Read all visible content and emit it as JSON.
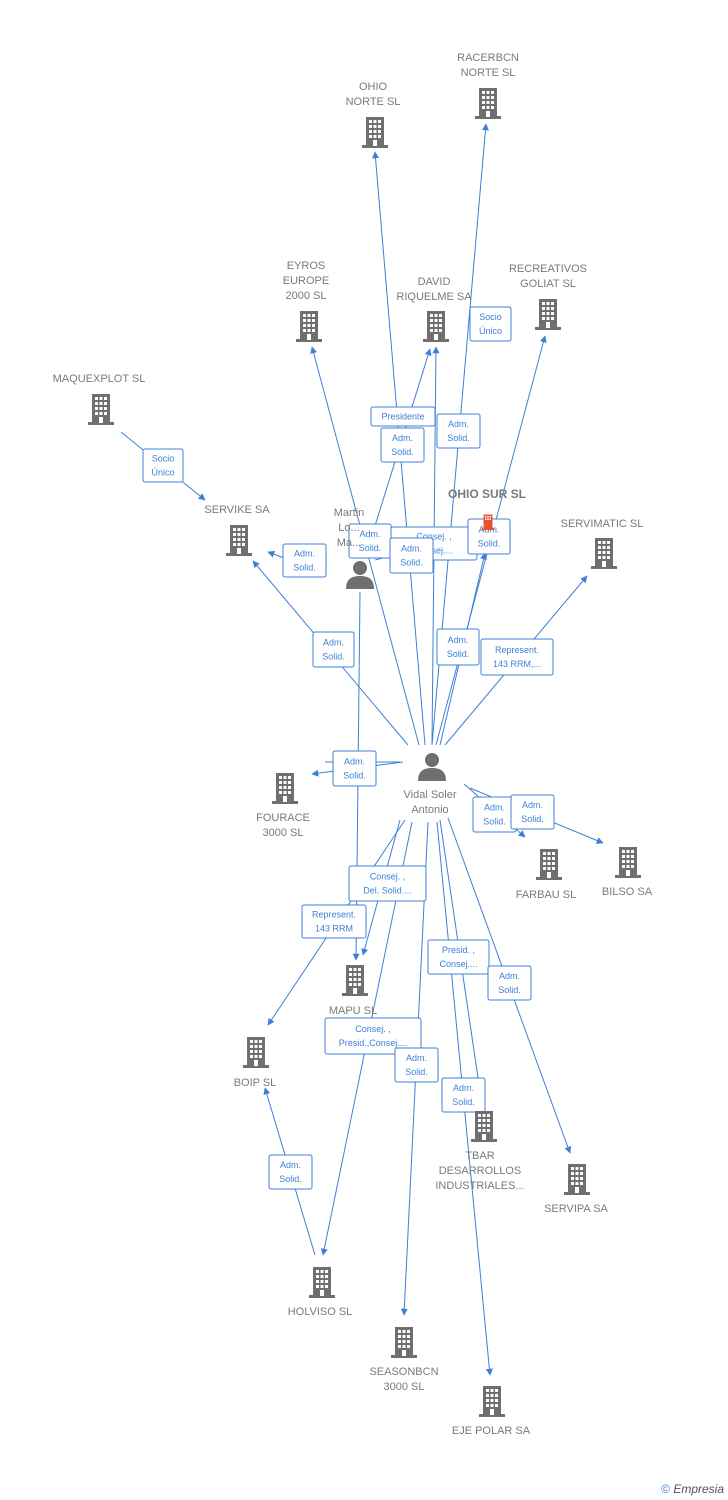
{
  "colors": {
    "edge": "#3d80d6",
    "building": "#6f6f6f",
    "highlight": "#e8532a",
    "person": "#6f6f6f"
  },
  "watermark": {
    "symbol": "©",
    "brand": "Empresia"
  },
  "nodes": [
    {
      "id": "racerbcn",
      "type": "company",
      "lines": [
        "RACERBCN",
        "NORTE SL"
      ]
    },
    {
      "id": "ohio_norte",
      "type": "company",
      "lines": [
        "OHIO",
        "NORTE SL"
      ]
    },
    {
      "id": "eyros",
      "type": "company",
      "lines": [
        "EYROS",
        "EUROPE",
        "2000 SL"
      ]
    },
    {
      "id": "david",
      "type": "company",
      "lines": [
        "DAVID",
        "RIQUELME SA"
      ]
    },
    {
      "id": "recreativos",
      "type": "company",
      "lines": [
        "RECREATIVOS",
        "GOLIAT SL"
      ]
    },
    {
      "id": "maquexplot",
      "type": "company",
      "lines": [
        "MAQUEXPLOT SL"
      ]
    },
    {
      "id": "servike",
      "type": "company",
      "lines": [
        "SERVIKE SA"
      ]
    },
    {
      "id": "martin",
      "type": "person",
      "lines": [
        "Martin",
        "Lo...",
        "Ma..."
      ]
    },
    {
      "id": "ohio_sur",
      "type": "company-highlight",
      "lines": [
        "OHIO SUR SL"
      ]
    },
    {
      "id": "servimatic",
      "type": "company",
      "lines": [
        "SERVIMATIC SL"
      ]
    },
    {
      "id": "vidal",
      "type": "person",
      "lines": [
        "Vidal Soler",
        "Antonio"
      ]
    },
    {
      "id": "fourace",
      "type": "company",
      "lines": [
        "FOURACE",
        "3000 SL"
      ]
    },
    {
      "id": "farbau",
      "type": "company",
      "lines": [
        "FARBAU  SL"
      ]
    },
    {
      "id": "bilso",
      "type": "company",
      "lines": [
        "BILSO SA"
      ]
    },
    {
      "id": "mapu",
      "type": "company",
      "lines": [
        "MAPU SL"
      ]
    },
    {
      "id": "boip",
      "type": "company",
      "lines": [
        "BOIP SL"
      ]
    },
    {
      "id": "tbar",
      "type": "company",
      "lines": [
        "TBAR",
        "DESARROLLOS",
        "INDUSTRIALES..."
      ]
    },
    {
      "id": "servipa",
      "type": "company",
      "lines": [
        "SERVIPA SA"
      ]
    },
    {
      "id": "holviso",
      "type": "company",
      "lines": [
        "HOLVISO SL"
      ]
    },
    {
      "id": "seasonbcn",
      "type": "company",
      "lines": [
        "SEASONBCN",
        "3000 SL"
      ]
    },
    {
      "id": "eje_polar",
      "type": "company",
      "lines": [
        "EJE POLAR SA"
      ]
    }
  ],
  "relations": [
    {
      "id": "r_maq_servike",
      "lines": [
        "Socio",
        "Único"
      ]
    },
    {
      "id": "r_socio_racer",
      "lines": [
        "Socio",
        "Único"
      ]
    },
    {
      "id": "r_presidente",
      "lines": [
        "Presidente"
      ]
    },
    {
      "id": "r_adm_martin_david",
      "lines": [
        "Adm.",
        "Solid."
      ]
    },
    {
      "id": "r_adm_vidal_racer",
      "lines": [
        "Adm.",
        "Solid."
      ]
    },
    {
      "id": "r_adm_martin_box1",
      "lines": [
        "Adm.",
        "Solid."
      ]
    },
    {
      "id": "r_consej_ohio_sur",
      "lines": [
        "Consej. ,",
        "Consej...."
      ]
    },
    {
      "id": "r_adm_ohio_sur",
      "lines": [
        "Adm.",
        "Solid."
      ]
    },
    {
      "id": "r_adm_martin_box2",
      "lines": [
        "Adm.",
        "Solid."
      ]
    },
    {
      "id": "r_adm_martin_servike",
      "lines": [
        "Adm.",
        "Solid."
      ]
    },
    {
      "id": "r_adm_vidal_servike",
      "lines": [
        "Adm.",
        "Solid."
      ]
    },
    {
      "id": "r_adm_vidal_recreativos",
      "lines": [
        "Adm.",
        "Solid."
      ]
    },
    {
      "id": "r_repres_servimatic",
      "lines": [
        "Represent.",
        "143 RRM,..."
      ]
    },
    {
      "id": "r_adm_fourace",
      "lines": [
        "Adm.",
        "Solid."
      ]
    },
    {
      "id": "r_adm_farbau",
      "lines": [
        "Adm.",
        "Solid."
      ]
    },
    {
      "id": "r_adm_bilso",
      "lines": [
        "Adm.",
        "Solid."
      ]
    },
    {
      "id": "r_consej_mapu",
      "lines": [
        "Consej. ,",
        "Del. Solid...."
      ]
    },
    {
      "id": "r_repres_boip",
      "lines": [
        "Represent.",
        "143 RRM"
      ]
    },
    {
      "id": "r_presid_tbar",
      "lines": [
        "Presid. ,",
        "Consej...."
      ]
    },
    {
      "id": "r_adm_servipa",
      "lines": [
        "Adm.",
        "Solid."
      ]
    },
    {
      "id": "r_consej_holviso",
      "lines": [
        "Consej. ,",
        "Presid.,Consej...."
      ]
    },
    {
      "id": "r_adm_seasonbcn",
      "lines": [
        "Adm.",
        "Solid."
      ]
    },
    {
      "id": "r_adm_tbar",
      "lines": [
        "Adm.",
        "Solid."
      ]
    },
    {
      "id": "r_adm_holviso_boip",
      "lines": [
        "Adm.",
        "Solid."
      ]
    }
  ]
}
